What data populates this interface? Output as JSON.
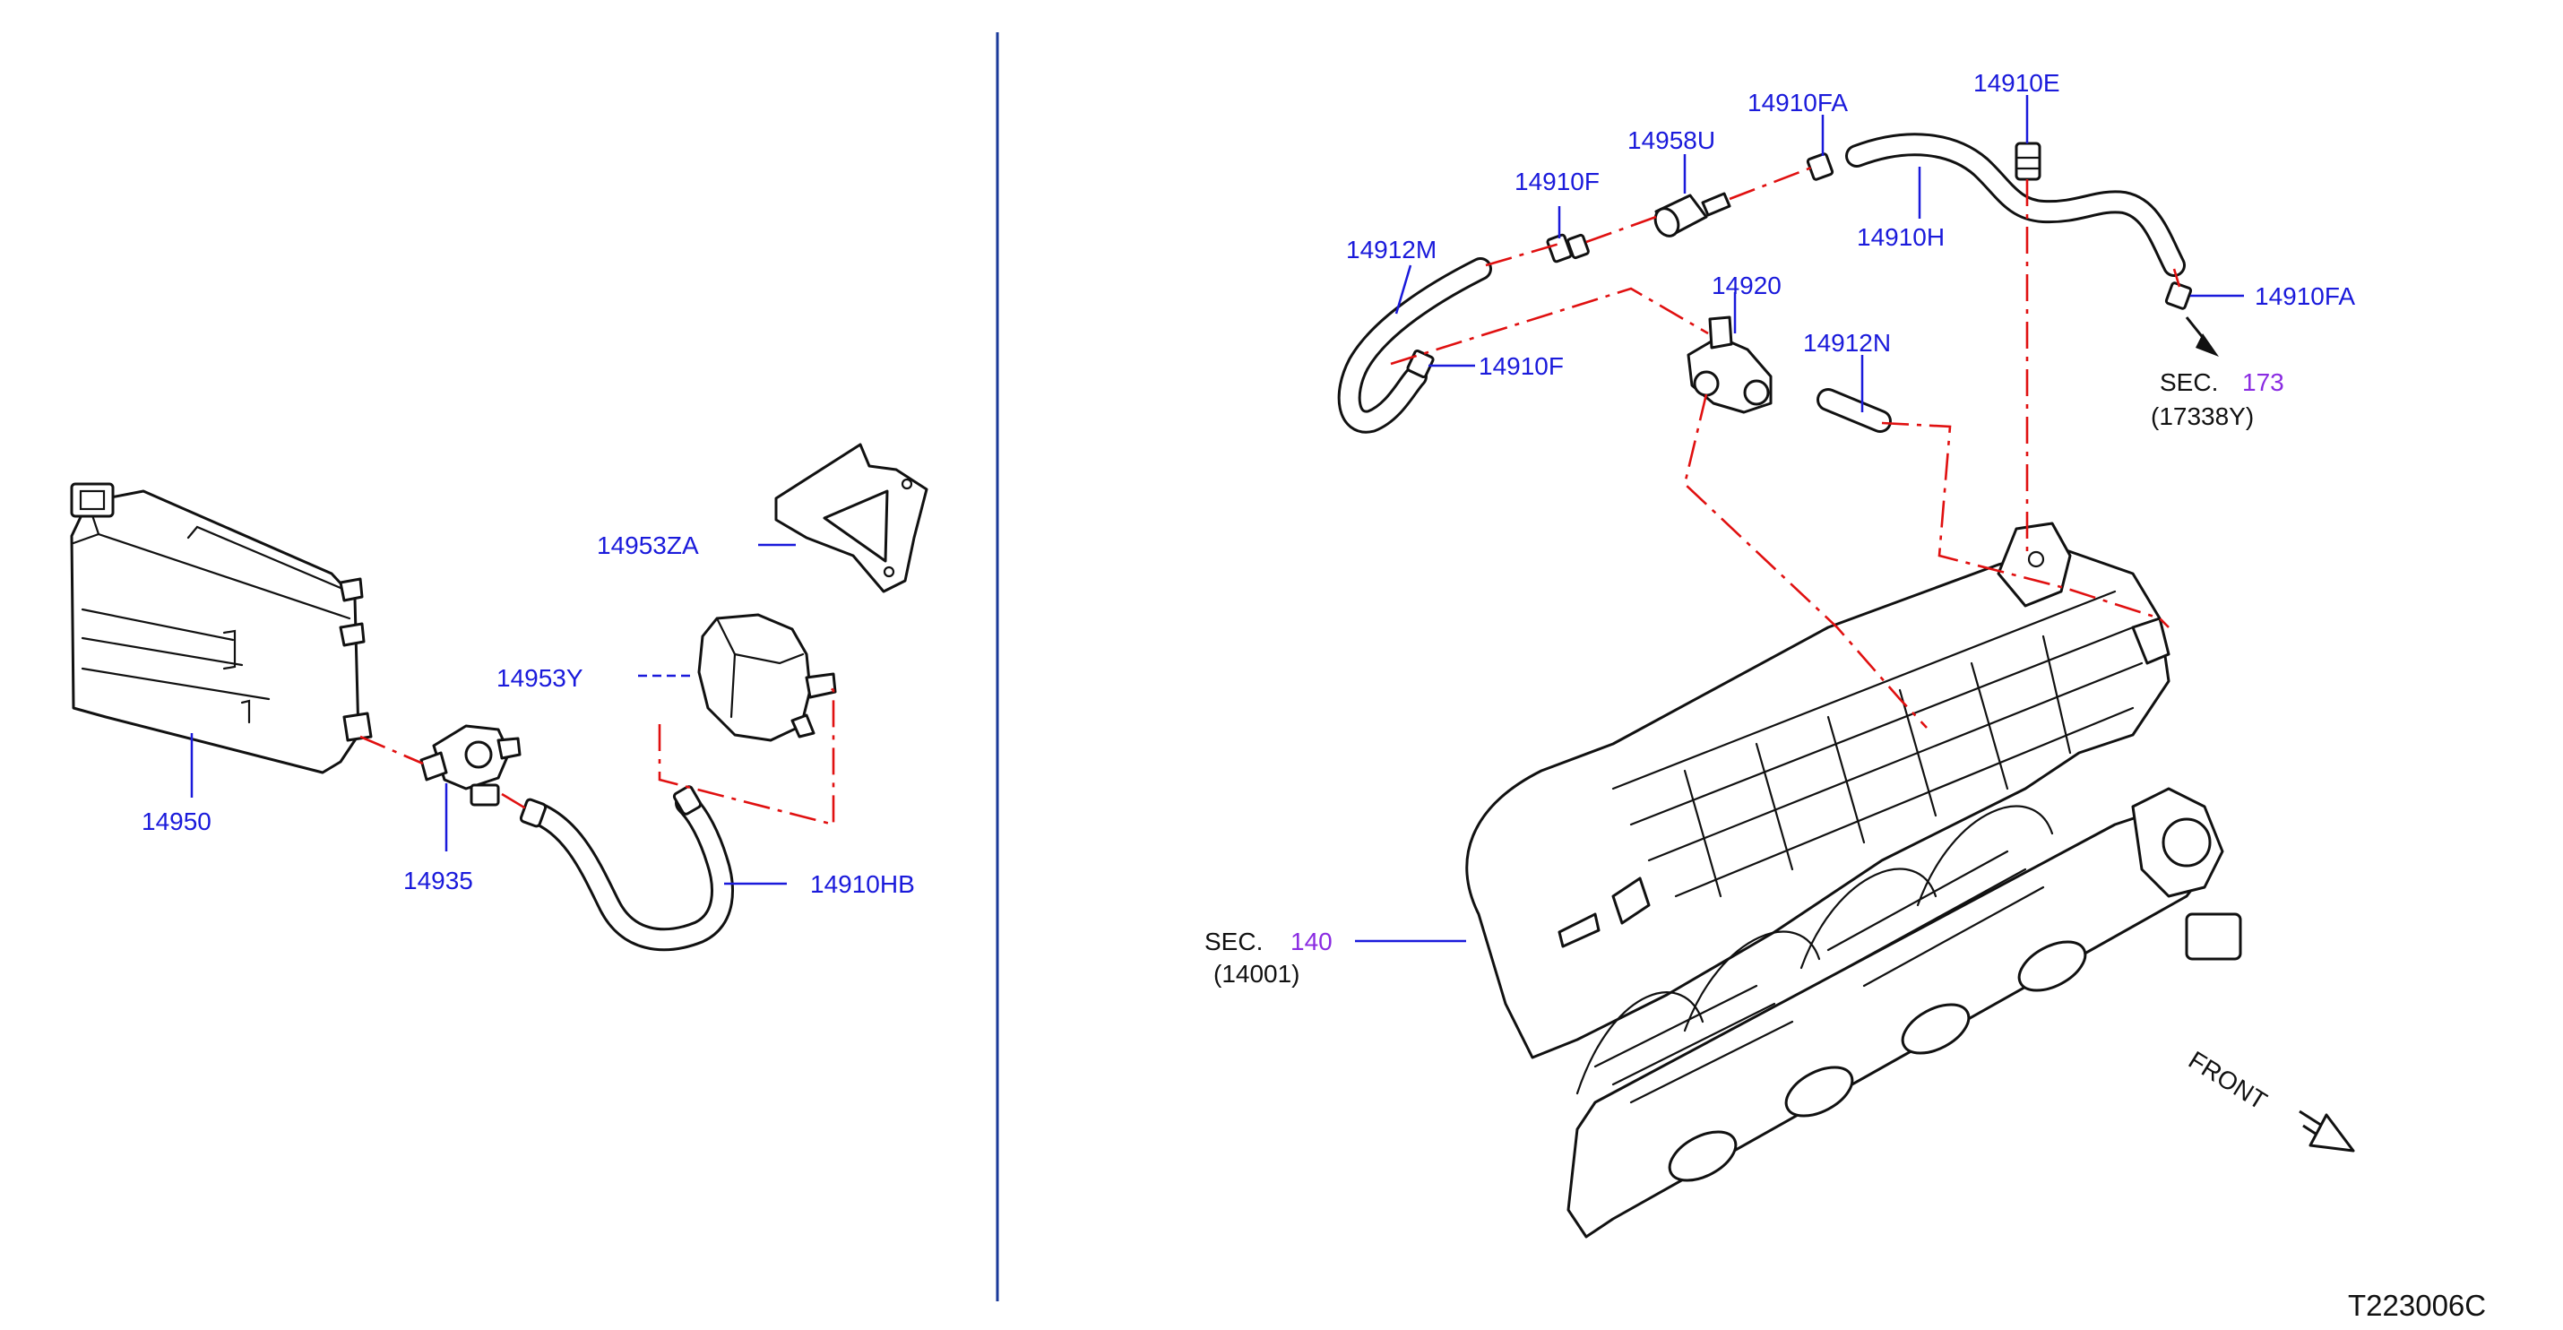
{
  "labels": {
    "p14950": "14950",
    "p14935": "14935",
    "p14910HB": "14910HB",
    "p14953ZA": "14953ZA",
    "p14953Y": "14953Y",
    "p14912M": "14912M",
    "p14910F_top": "14910F",
    "p14910F_low": "14910F",
    "p14958U": "14958U",
    "p14910FA_top": "14910FA",
    "p14910FA_right": "14910FA",
    "p14910E": "14910E",
    "p14910H": "14910H",
    "p14920": "14920",
    "p14912N": "14912N"
  },
  "sections": {
    "sec173": {
      "prefix": "SEC.",
      "number": "173",
      "sub": "(17338Y)"
    },
    "sec140": {
      "prefix": "SEC.",
      "number": "140",
      "sub": "(14001)"
    }
  },
  "front_label": "FRONT",
  "diagram_code": "T223006C",
  "colors": {
    "label_blue": "#1a1adb",
    "section_purple": "#8a2be2",
    "dash_red": "#e01010",
    "divider_blue": "#1a3a9a"
  }
}
